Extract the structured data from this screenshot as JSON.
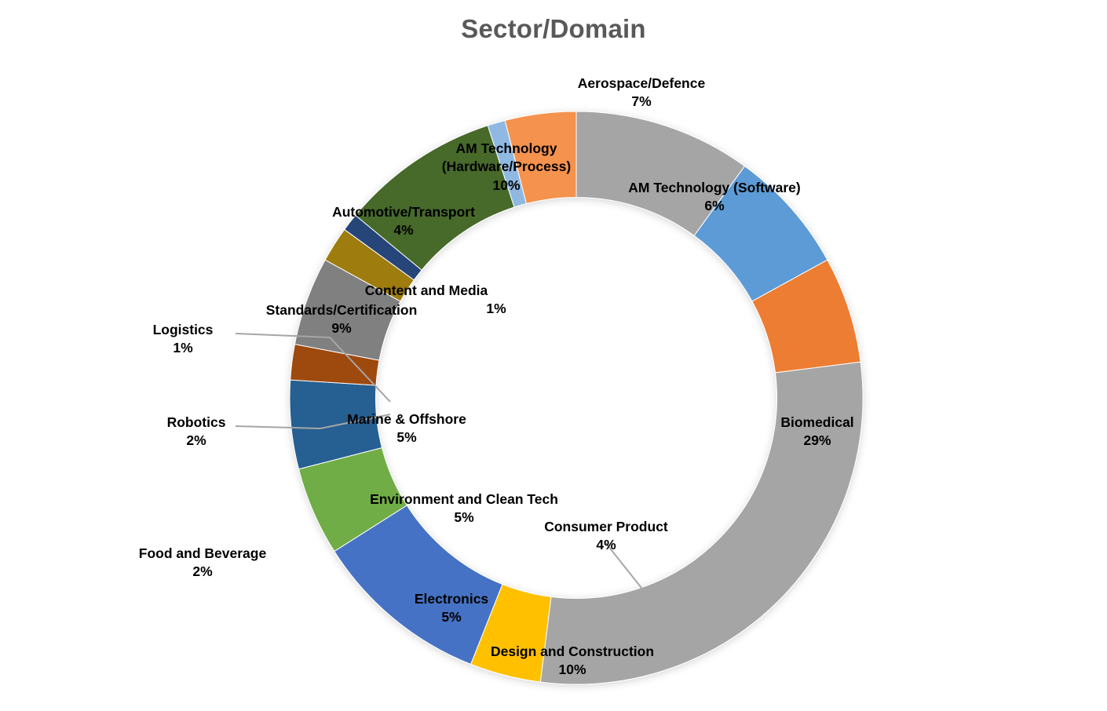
{
  "chart_data": {
    "type": "pie",
    "variant": "donut",
    "title": "Sector/Domain",
    "unit": "%",
    "grid": false,
    "legend": "none (data labels with leader lines)",
    "hole_ratio": 0.7,
    "start_angle_deg": 0,
    "categories": [
      "AM Technology (Hardware/Process)",
      "Aerospace/Defence",
      "AM Technology (Software)",
      "Biomedical",
      "Consumer Product",
      "Design and Construction",
      "Electronics",
      "Environment and Clean Tech",
      "Food and Beverage",
      "Marine & Offshore",
      "Robotics",
      "Logistics",
      "Standards/Certification",
      "Content and Media",
      "Automotive/Transport"
    ],
    "values": [
      10,
      7,
      6,
      29,
      4,
      10,
      5,
      5,
      2,
      5,
      2,
      1,
      9,
      1,
      4
    ],
    "labels": [
      "10%",
      "7%",
      "6%",
      "29%",
      "4%",
      "10%",
      "5%",
      "5%",
      "2%",
      "5%",
      "2%",
      "1%",
      "9%",
      "1%",
      "4%"
    ],
    "colors": [
      "#A5A5A5",
      "#5B9BD5",
      "#ED7D31",
      "#A5A5A5",
      "#FFC000",
      "#4472C4",
      "#70AD47",
      "#255E91",
      "#9E480E",
      "#808080",
      "#9E7C0C",
      "#264478",
      "#47692C",
      "#8FB9E3",
      "#F5924E"
    ],
    "xlabel": "",
    "ylabel": ""
  },
  "title": {
    "text": "Sector/Domain",
    "color": "#595959"
  },
  "slices": [
    {
      "name": "am-technology-hardware-process",
      "label": "AM Technology\n(Hardware/Process)",
      "label_line1": "AM Technology",
      "label_line2": "(Hardware/Process)",
      "pct": "10%",
      "value": 10,
      "color": "#A5A5A5"
    },
    {
      "name": "aerospace-defence",
      "label": "Aerospace/Defence",
      "pct": "7%",
      "value": 7,
      "color": "#5B9BD5"
    },
    {
      "name": "am-technology-software",
      "label": "AM Technology (Software)",
      "pct": "6%",
      "value": 6,
      "color": "#ED7D31"
    },
    {
      "name": "biomedical",
      "label": "Biomedical",
      "pct": "29%",
      "value": 29,
      "color": "#A5A5A5"
    },
    {
      "name": "consumer-product",
      "label": "Consumer Product",
      "pct": "4%",
      "value": 4,
      "color": "#FFC000"
    },
    {
      "name": "design-and-construction",
      "label": "Design and Construction",
      "pct": "10%",
      "value": 10,
      "color": "#4472C4"
    },
    {
      "name": "electronics",
      "label": "Electronics",
      "pct": "5%",
      "value": 5,
      "color": "#70AD47"
    },
    {
      "name": "environment-and-clean-tech",
      "label": "Environment and Clean Tech",
      "pct": "5%",
      "value": 5,
      "color": "#255E91"
    },
    {
      "name": "food-and-beverage",
      "label": "Food and Beverage",
      "pct": "2%",
      "value": 2,
      "color": "#9E480E"
    },
    {
      "name": "marine-and-offshore",
      "label": "Marine & Offshore",
      "pct": "5%",
      "value": 5,
      "color": "#808080"
    },
    {
      "name": "robotics",
      "label": "Robotics",
      "pct": "2%",
      "value": 2,
      "color": "#9E7C0C"
    },
    {
      "name": "logistics",
      "label": "Logistics",
      "pct": "1%",
      "value": 1,
      "color": "#264478"
    },
    {
      "name": "standards-certification",
      "label": "Standards/Certification",
      "pct": "9%",
      "value": 9,
      "color": "#47692C"
    },
    {
      "name": "content-and-media",
      "label": "Content and Media",
      "pct": "1%",
      "value": 1,
      "color": "#8FB9E3"
    },
    {
      "name": "automotive-transport",
      "label": "Automotive/Transport",
      "pct": "4%",
      "value": 4,
      "color": "#F5924E"
    }
  ]
}
